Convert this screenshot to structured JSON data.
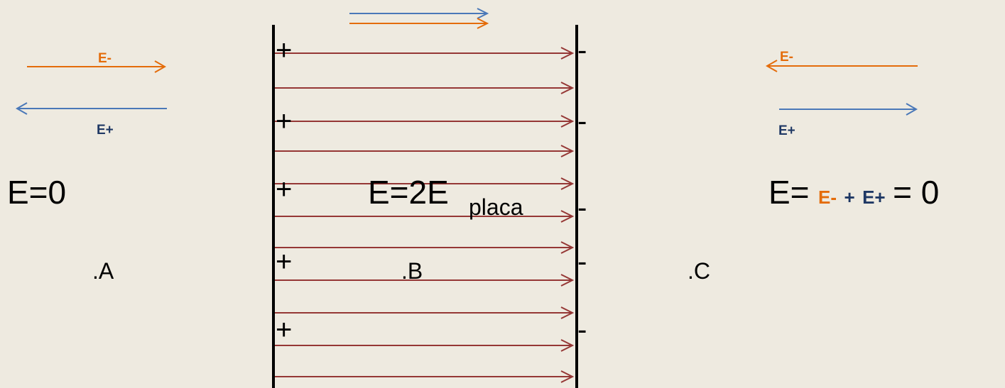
{
  "labels": {
    "e_minus": "E-",
    "e_plus": "E+",
    "plus_sign": "+",
    "minus_sign": "-"
  },
  "regions": {
    "left": {
      "equation": "E=0",
      "point": ".A"
    },
    "middle": {
      "equation_main": "E=2E",
      "equation_sub": "placa",
      "point": ".B"
    },
    "right": {
      "equation_prefix": "E=",
      "term_minus": "E-",
      "plus_op": "+",
      "term_plus": "E+",
      "equation_suffix": "= 0",
      "point": ".C"
    }
  },
  "colors": {
    "background": "#EEEAE0",
    "e_minus": "#E46C0A",
    "e_plus": "#4A78B8",
    "field_lines": "#953735",
    "plates": "#000000"
  },
  "icons": {
    "field_line": "arrow-right-icon",
    "e_minus_vector": "arrow-icon",
    "e_plus_vector": "arrow-icon"
  }
}
